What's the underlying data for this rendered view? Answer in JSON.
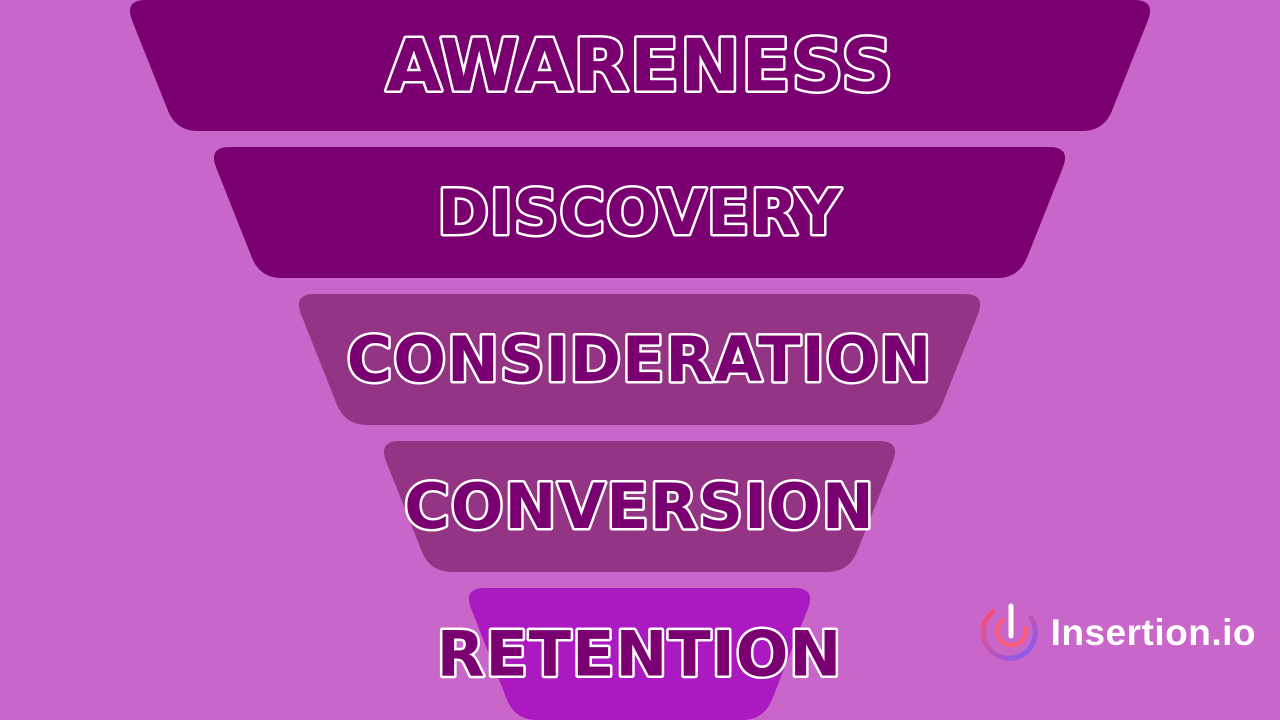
{
  "diagram": {
    "type": "funnel",
    "stages": [
      {
        "label": "AWARENESS",
        "fill": "#7a0072"
      },
      {
        "label": "DISCOVERY",
        "fill": "#7a0072"
      },
      {
        "label": "CONSIDERATION",
        "fill": "#933485"
      },
      {
        "label": "CONVERSION",
        "fill": "#933485"
      },
      {
        "label": "RETENTION",
        "fill": "#ab19c0"
      }
    ]
  },
  "colors": {
    "background": "#c966c9",
    "label_text": "#7a0072",
    "label_outline": "#ffffff"
  },
  "logo": {
    "text": "Insertion.io",
    "icon": "insertion-logo-icon"
  }
}
